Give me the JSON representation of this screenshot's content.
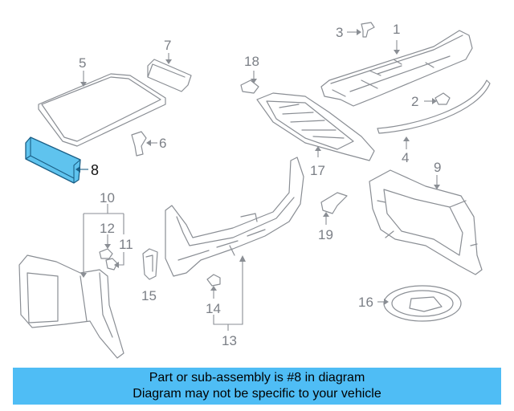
{
  "banner": {
    "line1": "Part or sub-assembly is #8 in diagram",
    "line2": "Diagram may not be specific to your vehicle"
  },
  "callouts": {
    "c1": "1",
    "c2": "2",
    "c3": "3",
    "c4": "4",
    "c5": "5",
    "c6": "6",
    "c7": "7",
    "c8": "8",
    "c9": "9",
    "c10": "10",
    "c11": "11",
    "c12": "12",
    "c13": "13",
    "c14": "14",
    "c15": "15",
    "c16": "16",
    "c17": "17",
    "c18": "18",
    "c19": "19"
  },
  "highlighted_part": "8",
  "colors": {
    "highlight": "#5fc3ee",
    "banner": "#4fbdf5",
    "line": "#8a8e94"
  }
}
